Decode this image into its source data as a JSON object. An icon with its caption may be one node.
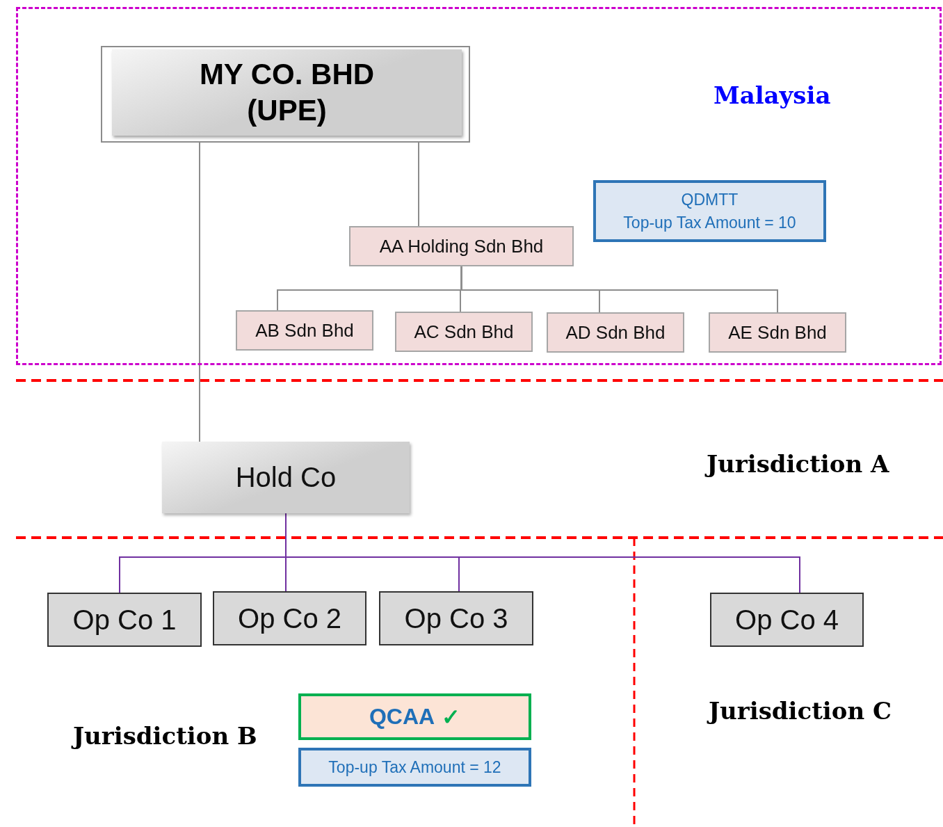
{
  "diagram": {
    "nodes": [
      {
        "text": [
          "Malaysia"
        ]
      },
      {
        "text": [
          "MY CO. BHD (UPE)"
        ],
        "in": 0
      },
      {
        "text": [
          "AA Holding Sdn Bhd"
        ],
        "in": 0
      },
      {
        "text": [
          "QDMTT",
          "Top-up Tax Amount = 10"
        ],
        "in": 0
      },
      {
        "text": [
          "AB Sdn Bhd"
        ],
        "in": 0
      },
      {
        "text": [
          "AC Sdn Bhd"
        ],
        "in": 0
      },
      {
        "text": [
          "AD Sdn Bhd"
        ],
        "in": 0
      },
      {
        "text": [
          "AE Sdn Bhd"
        ],
        "in": 0
      },
      {
        "text": [
          "Hold Co"
        ]
      },
      {
        "text": [
          "Op Co 1"
        ]
      },
      {
        "text": [
          "Op Co 2"
        ]
      },
      {
        "text": [
          "Op Co 3"
        ]
      },
      {
        "text": [
          "Op Co 4"
        ]
      },
      {
        "text": [
          "QCAA",
          "✓"
        ]
      },
      {
        "text": [
          "Top-up Tax Amount = 12"
        ]
      }
    ],
    "edges": [
      {
        "from": 1,
        "to": 2,
        "arrow": "none"
      },
      {
        "from": 1,
        "to": 8,
        "arrow": "none"
      },
      {
        "from": 2,
        "to": 4,
        "arrow": "none"
      },
      {
        "from": 2,
        "to": 5,
        "arrow": "none"
      },
      {
        "from": 2,
        "to": 6,
        "arrow": "none"
      },
      {
        "from": 2,
        "to": 7,
        "arrow": "none"
      },
      {
        "from": 8,
        "to": 9,
        "arrow": "none",
        "color": "#7030a0"
      },
      {
        "from": 8,
        "to": 10,
        "arrow": "none",
        "color": "#7030a0"
      },
      {
        "from": 8,
        "to": 11,
        "arrow": "none",
        "color": "#7030a0"
      },
      {
        "from": 8,
        "to": 12,
        "arrow": "none",
        "color": "#7030a0"
      }
    ],
    "labels": [
      "Jurisdiction A",
      "Jurisdiction B",
      "Jurisdiction C"
    ]
  }
}
